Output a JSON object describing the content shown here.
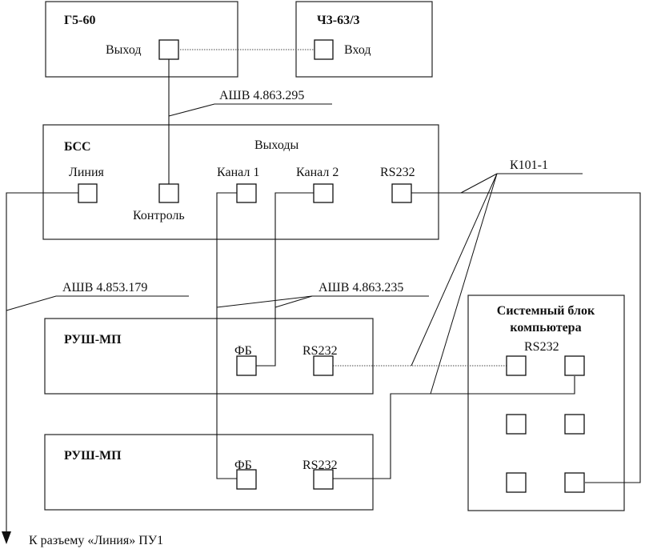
{
  "blocks": {
    "g5": {
      "title": "Г5-60",
      "port": "Выход"
    },
    "ch3": {
      "title": "Ч3-63/3",
      "port": "Вход"
    },
    "bss": {
      "title": "БСС",
      "outputs_header": "Выходы",
      "line": "Линия",
      "control": "Контроль",
      "ch1": "Канал 1",
      "ch2": "Канал 2",
      "rs232": "RS232"
    },
    "rush1": {
      "title": "РУШ-МП",
      "fb": "ФБ",
      "rs232": "RS232"
    },
    "rush2": {
      "title": "РУШ-МП",
      "fb": "ФБ",
      "rs232": "RS232"
    },
    "pc": {
      "title_line1": "Системный блок",
      "title_line2": "компьютера",
      "rs232": "RS232"
    }
  },
  "cables": {
    "ashv295": "АШВ 4.863.295",
    "k101": "К101-1",
    "ashv179": "АШВ 4.853.179",
    "ashv235": "АШВ 4.863.235"
  },
  "footer": "К разъему «Линия» ПУ1"
}
